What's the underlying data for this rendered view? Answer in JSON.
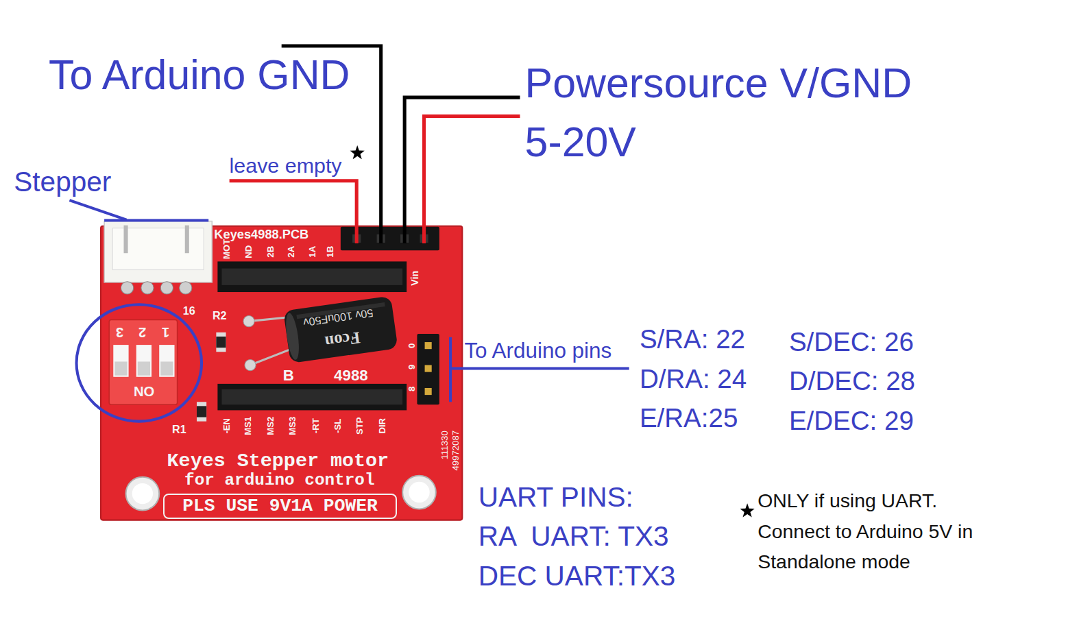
{
  "diagram": {
    "nodes": [
      {
        "text": [
          "Keyes Stepper motor",
          "for arduino control"
        ]
      },
      {
        "text": [
          "PLS USE 9V1A POWER"
        ],
        "in": 0
      }
    ],
    "labels": [
      "To Arduino GND",
      "leave empty",
      "Powersource V/GND",
      "5-20V",
      "Stepper",
      "Keyes4988.PCB",
      "MOT",
      "ND",
      "2B",
      "2A",
      "1A",
      "1B",
      "Vin",
      "R2",
      "16",
      "3",
      "2",
      "1",
      "NO",
      "50v 100uF50v",
      "Fcon",
      "B",
      "4988",
      "0",
      "9",
      "8",
      "R1",
      "-EN",
      "MS1",
      "MS2",
      "MS3",
      "-RT",
      "-SL",
      "STP",
      "DIR",
      "111330",
      "49972087",
      "To Arduino pins",
      "S/RA: 22",
      "D/RA: 24",
      "E/RA:25",
      "S/DEC: 26",
      "D/DEC: 28",
      "E/DEC: 29",
      "UART PINS:",
      "RA  UART: TX3",
      "DEC UART:TX3",
      "ONLY if using UART.",
      "Connect to Arduino 5V in",
      "Standalone mode"
    ]
  }
}
